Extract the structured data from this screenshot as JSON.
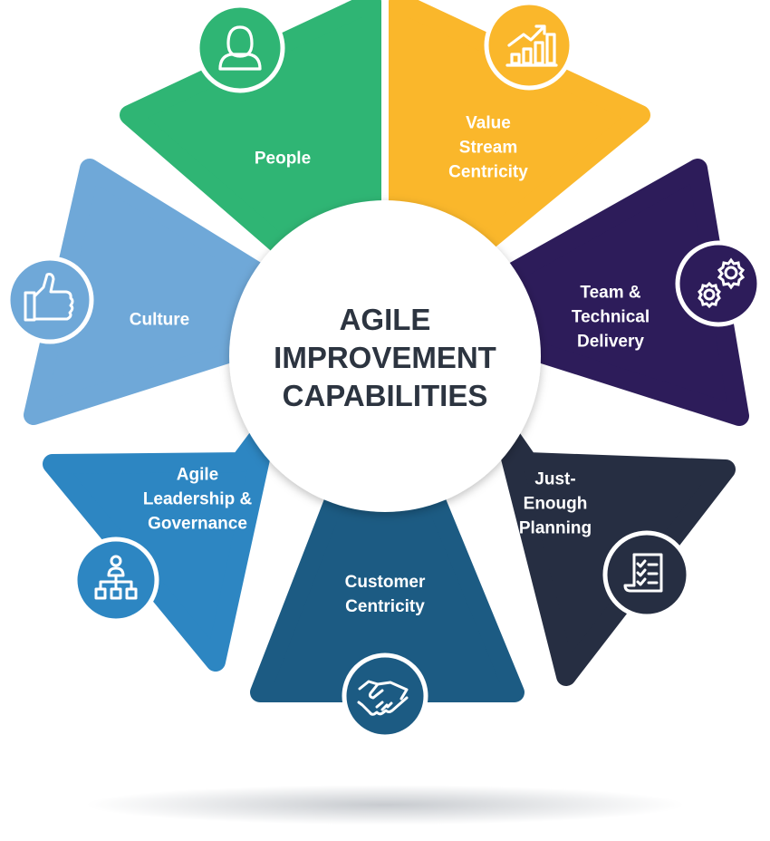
{
  "center": {
    "lines": [
      "AGILE",
      "IMPROVEMENT",
      "CAPABILITIES"
    ]
  },
  "segments": [
    {
      "id": "people",
      "lines": [
        "People"
      ],
      "icon": "person-icon",
      "color": "#2fb574"
    },
    {
      "id": "value-stream",
      "lines": [
        "Value",
        "Stream",
        "Centricity"
      ],
      "icon": "growth-chart-icon",
      "color": "#fab72b"
    },
    {
      "id": "team-technical",
      "lines": [
        "Team &",
        "Technical",
        "Delivery"
      ],
      "icon": "gears-icon",
      "color": "#2d1c5a"
    },
    {
      "id": "just-enough",
      "lines": [
        "Just-",
        "Enough",
        "Planning"
      ],
      "icon": "checklist-icon",
      "color": "#262e42"
    },
    {
      "id": "customer",
      "lines": [
        "Customer",
        "Centricity"
      ],
      "icon": "handshake-icon",
      "color": "#1c5b83"
    },
    {
      "id": "leadership",
      "lines": [
        "Agile",
        "Leadership &",
        "Governance"
      ],
      "icon": "org-chart-icon",
      "color": "#2d86c2"
    },
    {
      "id": "culture",
      "lines": [
        "Culture"
      ],
      "icon": "thumbs-up-icon",
      "color": "#6fa8d8"
    }
  ]
}
